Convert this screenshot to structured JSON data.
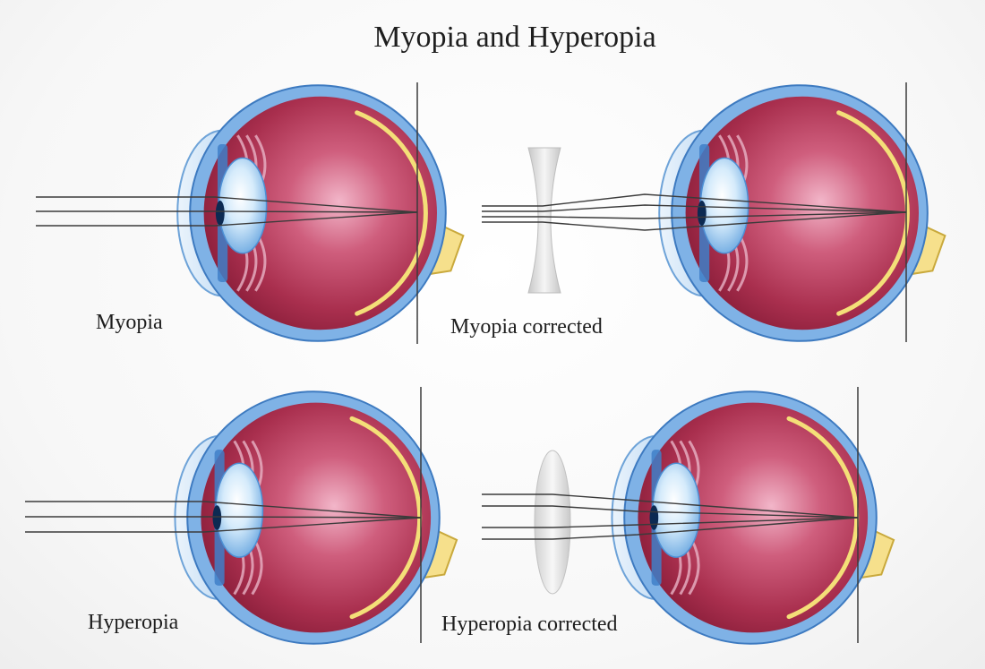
{
  "title": "Myopia and Hyperopia",
  "panels": {
    "myopia": {
      "label": "Myopia"
    },
    "myopia_corrected": {
      "label": "Myopia corrected",
      "lens": "concave lens"
    },
    "hyperopia": {
      "label": "Hyperopia"
    },
    "hyperopia_corrected": {
      "label": "Hyperopia corrected",
      "lens": "convex lens"
    }
  },
  "colors": {
    "outer_coat": "#7fb2e6",
    "eyeball": "#b43a5a",
    "retina": "#f4df78",
    "optic_nerve": "#f6e08c",
    "lens": "#a9d2f3",
    "pupil": "#0c2a52",
    "rays": "#3b3b3b"
  }
}
